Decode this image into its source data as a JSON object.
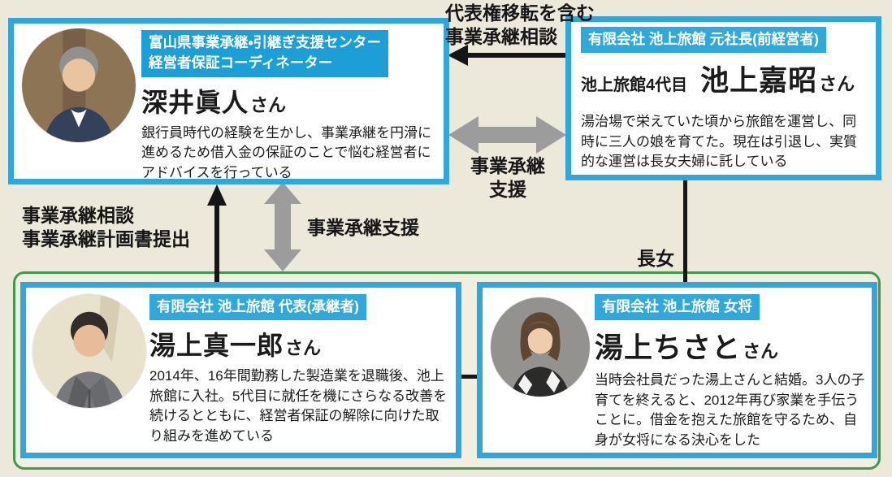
{
  "colors": {
    "page_bg": "#EDE9DA",
    "panel_bg": "#F1F0E0",
    "panel_border": "#41994F",
    "card_border": "#2FA7DB",
    "tag_bg": "#2FA9DC",
    "tag_bg_dark": "#1C9ED7",
    "arrow_black": "#161616",
    "arrow_gray": "#9C9C9C",
    "text": "#1B1B1B"
  },
  "cards": {
    "advisor": {
      "header_line1": "富山県事業承継・引継ぎ支援センター",
      "header_line2": "経営者保証コーディネーター",
      "name": "深井眞人",
      "honorific": "さん",
      "description": "銀行員時代の経験を生かし、事業承継を円滑に進めるため借入金の保証のことで悩む経営者にアドバイスを行っている"
    },
    "former_president": {
      "header": "有限会社 池上旅館 元社長(前経営者)",
      "generation": "池上旅館4代目",
      "name": "池上嘉昭",
      "honorific": "さん",
      "description": "湯治場で栄えていた頃から旅館を運営し、同時に三人の娘を育てた。現在は引退し、実質的な運営は長女夫婦に託している"
    },
    "successor": {
      "header": "有限会社 池上旅館 代表(承継者)",
      "name": "湯上真一郎",
      "honorific": "さん",
      "description": "2014年、16年間勤務した製造業を退職後、池上旅館に入社。5代目に就任を機にさらなる改善を続けるとともに、経営者保証の解除に向けた取り組みを進めている"
    },
    "okami": {
      "header": "有限会社 池上旅館 女将",
      "name": "湯上ちさと",
      "honorific": "さん",
      "description": "当時会社員だった湯上さんと結婚。3人の子育てを終えると、2012年再び家業を手伝うことに。借金を抱えた旅館を守るため、自身が女将になる決心をした"
    }
  },
  "labels": {
    "top_arrow_line1": "代表権移転を含む",
    "top_arrow_line2": "事業承継相談",
    "support_top_line1": "事業承継",
    "support_top_line2": "支援",
    "consult_line1": "事業承継相談",
    "consult_line2": "事業承継計画書提出",
    "support_vertical": "事業承継支援",
    "eldest_daughter": "長女"
  }
}
